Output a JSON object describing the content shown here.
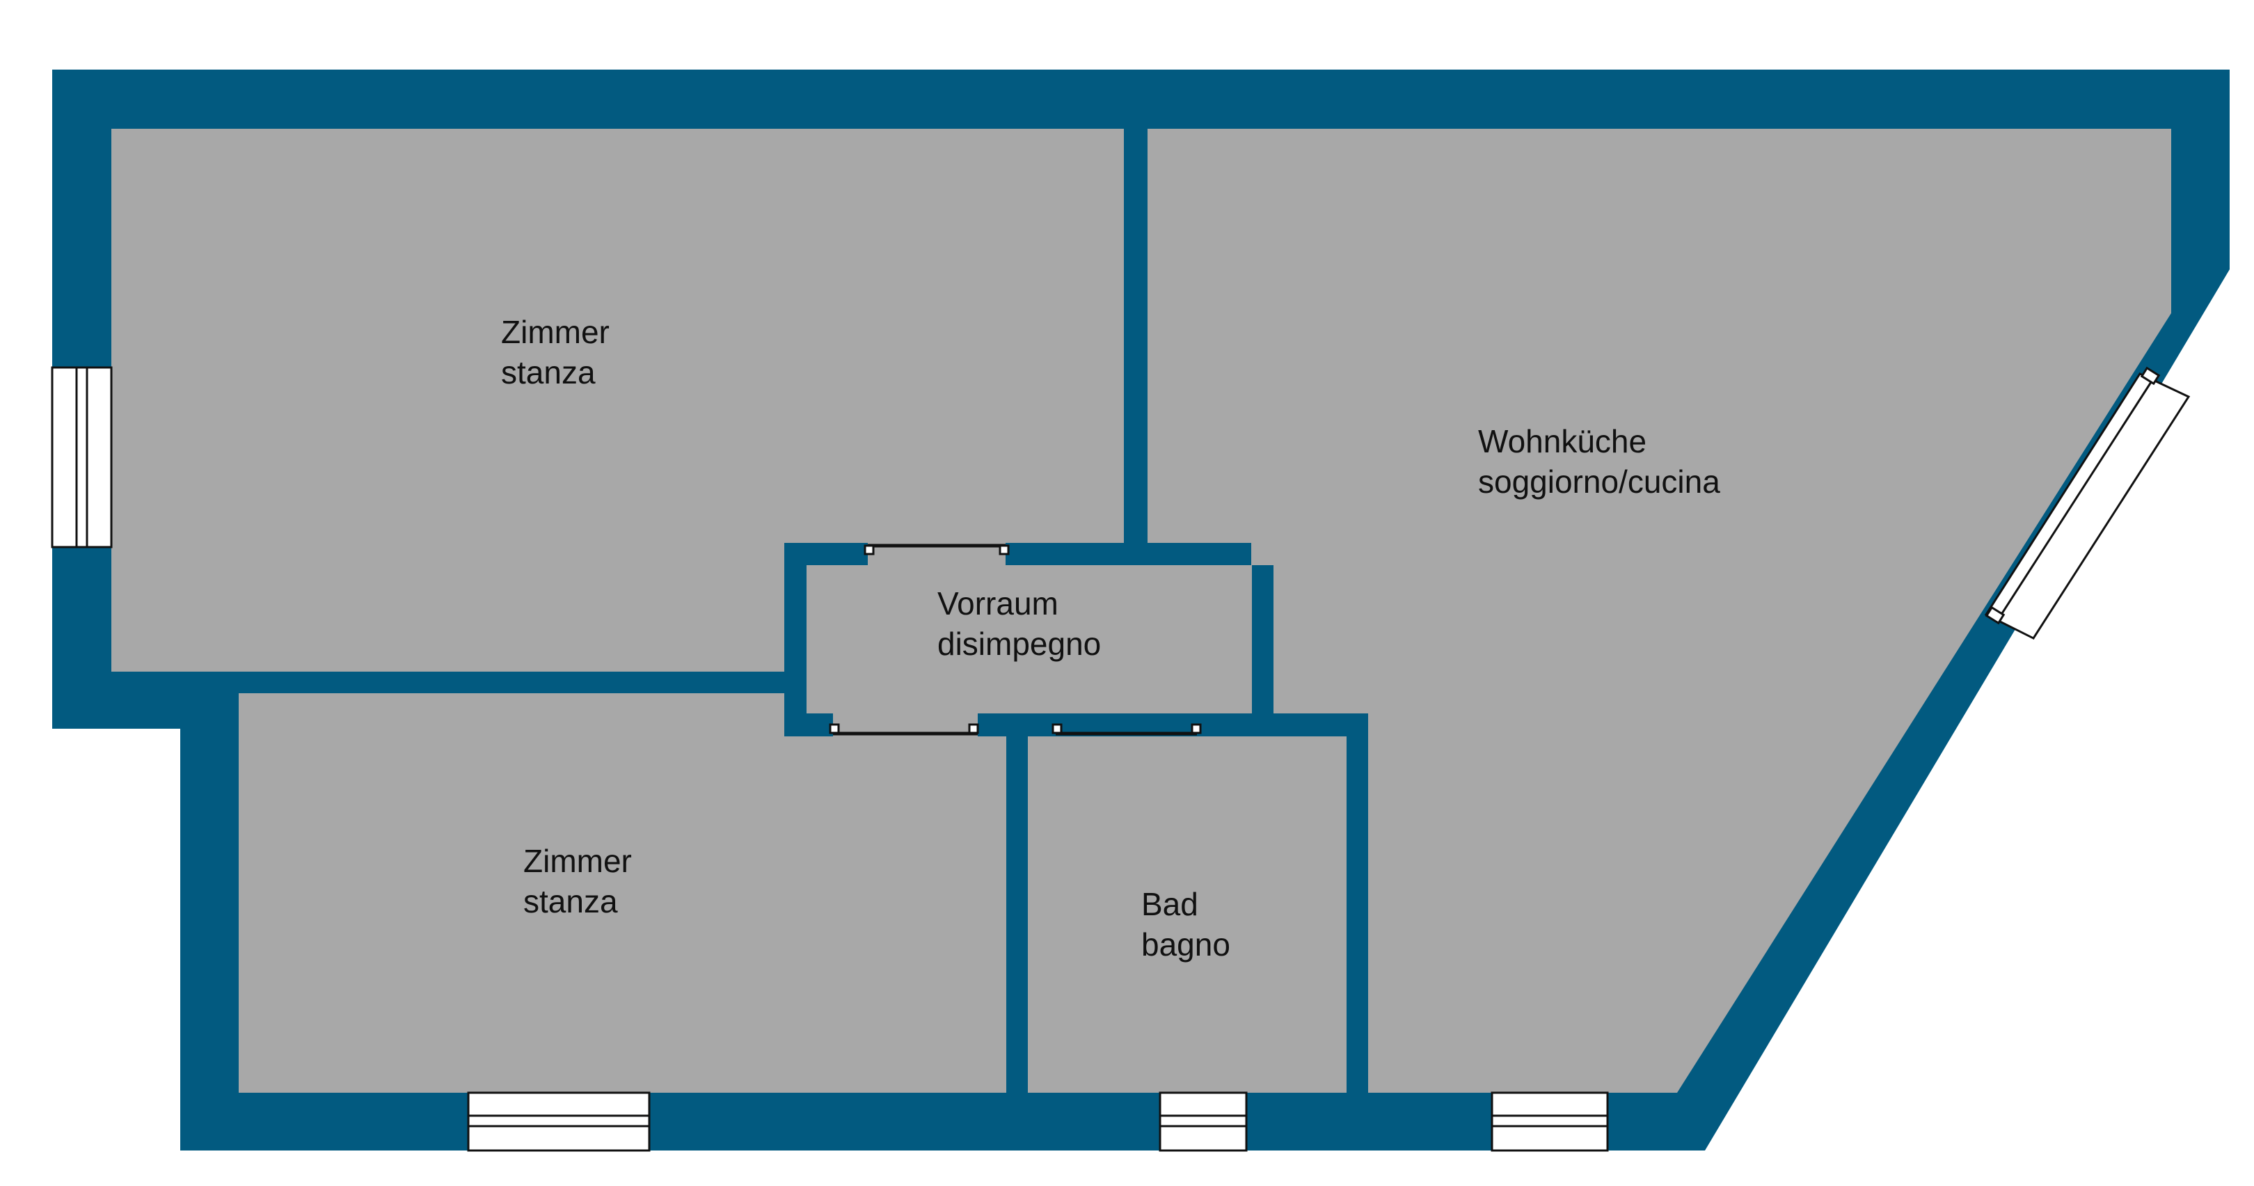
{
  "colors": {
    "wall": "#025a80",
    "floor": "#a8a8a8",
    "window_glass": "#ffffff",
    "outline": "#111111"
  },
  "rooms": {
    "room_top_left": {
      "name_de": "Zimmer",
      "name_it": "stanza"
    },
    "room_bottom_left": {
      "name_de": "Zimmer",
      "name_it": "stanza"
    },
    "hall": {
      "name_de": "Vorraum",
      "name_it": "disimpegno"
    },
    "bath": {
      "name_de": "Bad",
      "name_it": "bagno"
    },
    "living": {
      "name_de": "Wohnküche",
      "name_it": "soggiorno/cucina"
    }
  }
}
